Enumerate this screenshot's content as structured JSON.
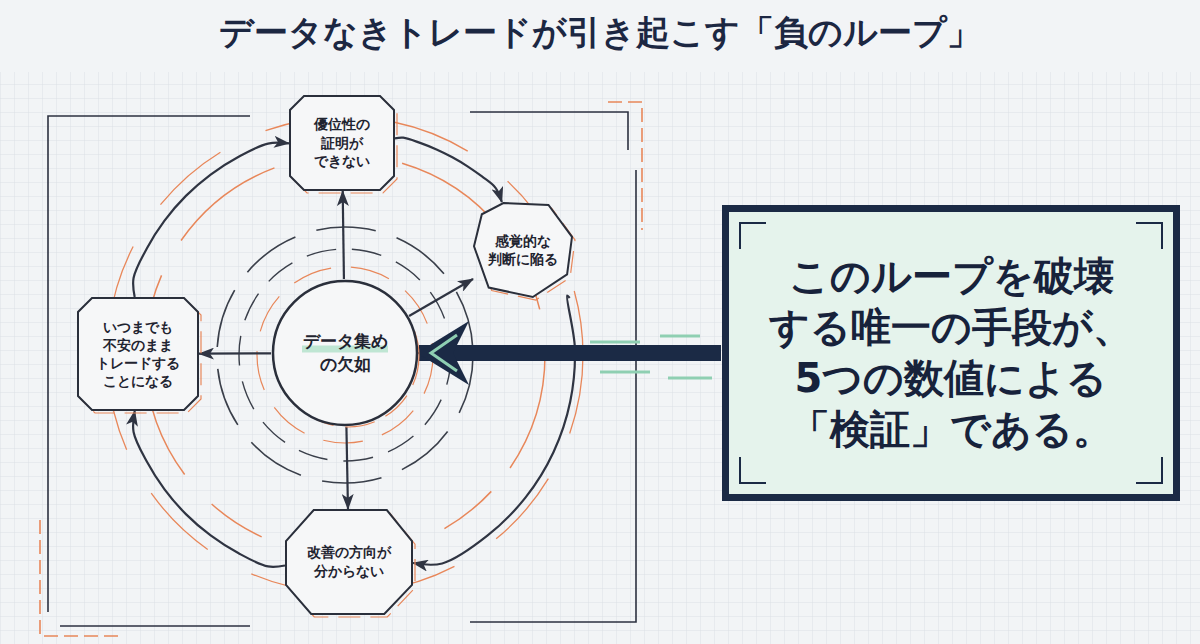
{
  "diagram": {
    "title": "データなきトレードが引き起こす「負のループ」",
    "nodes": [
      {
        "text": [
          "優位性の 証明が できない"
        ]
      },
      {
        "text": [
          "感覚的な 判断に陥る"
        ]
      },
      {
        "text": [
          "データ集め の欠如"
        ]
      },
      {
        "text": [
          "いつまでも 不安のまま トレードする ことになる"
        ]
      },
      {
        "text": [
          "改善の方向が 分からない"
        ]
      },
      {
        "text": [
          "このループを破壊 する唯一の手段が、 5つの数値による 「検証」である。"
        ]
      }
    ],
    "edges": [
      {
        "from": 0,
        "to": 1,
        "arrow": "to"
      },
      {
        "from": 1,
        "to": 4,
        "arrow": "to"
      },
      {
        "from": 4,
        "to": 3,
        "arrow": "to"
      },
      {
        "from": 3,
        "to": 0,
        "arrow": "to"
      },
      {
        "from": 2,
        "to": 0,
        "arrow": "to"
      },
      {
        "from": 2,
        "to": 1,
        "arrow": "to"
      },
      {
        "from": 2,
        "to": 4,
        "arrow": "to"
      },
      {
        "from": 2,
        "to": 3,
        "arrow": "to"
      },
      {
        "from": 5,
        "to": 2,
        "arrow": "to"
      }
    ]
  }
}
